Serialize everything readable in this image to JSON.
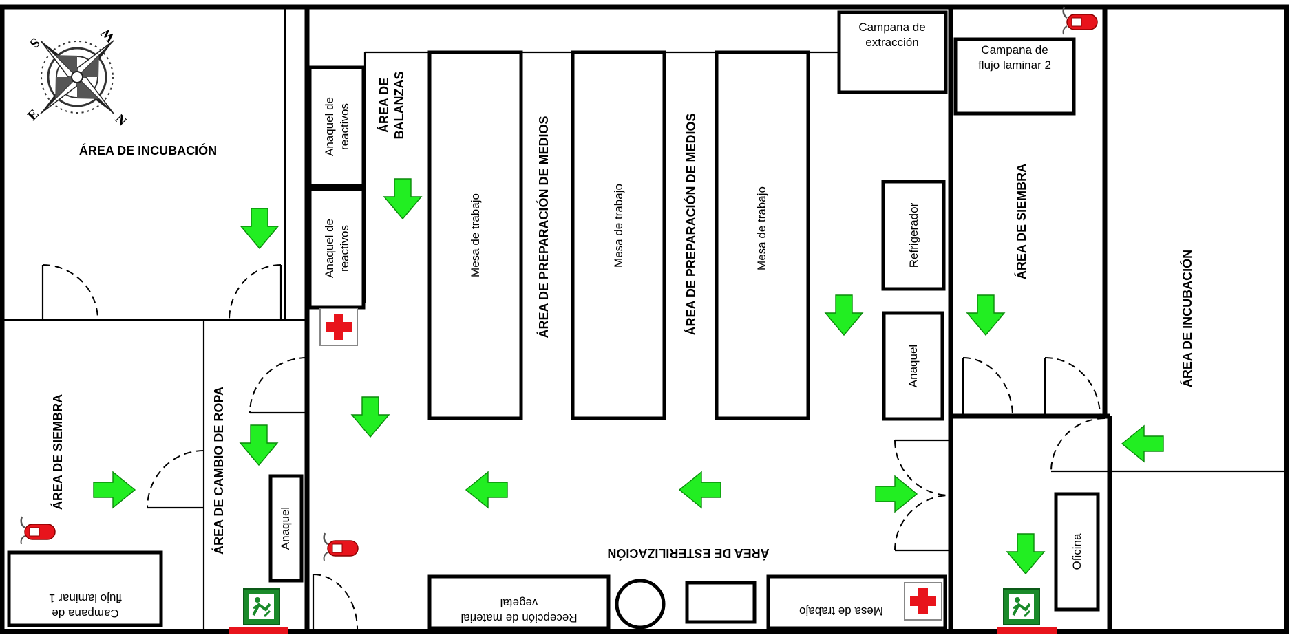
{
  "areas": {
    "incubacion_left": "ÁREA DE INCUBACIÓN",
    "incubacion_right": "ÁREA DE INCUBACIÓN",
    "siembra_left": "ÁREA DE SIEMBRA",
    "siembra_right": "ÁREA DE SIEMBRA",
    "cambio_ropa": "ÁREA DE CAMBIO DE ROPA",
    "balanzas_1": "ÁREA DE",
    "balanzas_2": "BALANZAS",
    "preparacion_1": "ÁREA DE PREPARACIÓN DE MEDIOS",
    "preparacion_2": "ÁREA DE PREPARACIÓN DE MEDIOS",
    "esterilizacion": "ÁREA DE ESTERILIZACIÓN"
  },
  "furniture": {
    "campana_extraccion_1": "Campana de",
    "campana_extraccion_2": "extracción",
    "campana_flujo2_1": "Campana de",
    "campana_flujo2_2": "flujo laminar 2",
    "campana_flujo1_1": "Campana de",
    "campana_flujo1_2": "flujo laminar 1",
    "anaquel_reactivos_a_1": "Anaquel de",
    "anaquel_reactivos_a_2": "reactivos",
    "anaquel_reactivos_b_1": "Anaquel de",
    "anaquel_reactivos_b_2": "reactivos",
    "mesa_trabajo_1": "Mesa de trabajo",
    "mesa_trabajo_2": "Mesa de trabajo",
    "mesa_trabajo_3": "Mesa de trabajo",
    "mesa_trabajo_4": "Mesa de trabajo",
    "refrigerador": "Refrigerador",
    "anaquel_right": "Anaquel",
    "anaquel_left": "Anaquel",
    "recepcion_1": "Recepción de material",
    "recepcion_2": "vegetal",
    "oficina": "Oficina"
  },
  "compass": {
    "n": "N",
    "s": "S",
    "e": "E",
    "w": "W"
  },
  "colors": {
    "arrow": "#22ee22",
    "extinguisher": "#e8141c",
    "first_aid": "#e8141c",
    "exit_sign": "#1a8a2a",
    "exit_bar": "#e8141c"
  },
  "icons": {
    "arrow": "green-arrow-icon",
    "extinguisher": "fire-extinguisher-icon",
    "first_aid": "first-aid-icon",
    "exit": "emergency-exit-icon",
    "compass": "compass-rose-icon"
  }
}
